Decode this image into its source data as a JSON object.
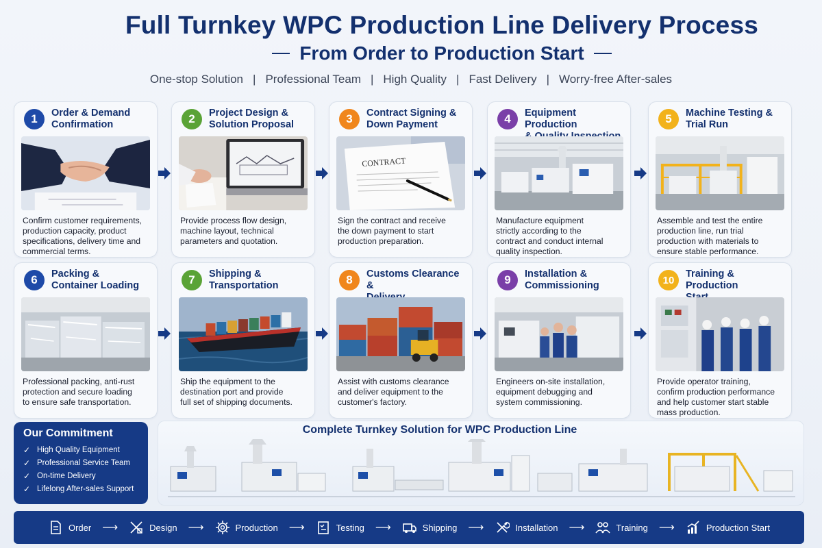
{
  "header": {
    "title": "Full Turnkey WPC Production Line Delivery Process",
    "subtitle": "From Order to Production Start",
    "tagline": [
      "One-stop Solution",
      "Professional Team",
      "High Quality",
      "Fast Delivery",
      "Worry-free After-sales"
    ]
  },
  "colors": {
    "navy": "#13306e",
    "blue_step": "#1e4aa8",
    "green_step": "#5aa336",
    "orange_step": "#f0861c",
    "purple_step": "#7a3fa8",
    "yellow_step": "#f2b21b"
  },
  "steps": [
    {
      "num": "1",
      "title_1": "Order & Demand",
      "title_2": "Confirmation",
      "desc_1": "Confirm customer requirements,",
      "desc_2": "production capacity, product",
      "desc_3": "specifications, delivery time and",
      "desc_4": "commercial terms.",
      "icon": "handshake-photo"
    },
    {
      "num": "2",
      "title_1": "Project Design &",
      "title_2": "Solution Proposal",
      "desc_1": "Provide process flow design,",
      "desc_2": "machine layout, technical",
      "desc_3": "parameters and quotation.",
      "desc_4": "",
      "icon": "design-laptop-photo"
    },
    {
      "num": "3",
      "title_1": "Contract Signing &",
      "title_2": "Down Payment",
      "desc_1": "Sign the contract and receive",
      "desc_2": "the down payment to start",
      "desc_3": "production preparation.",
      "desc_4": "",
      "icon": "contract-photo",
      "photo_text": "CONTRACT"
    },
    {
      "num": "4",
      "title_1": "Equipment Production",
      "title_2": "& Quality Inspection",
      "desc_1": "Manufacture equipment",
      "desc_2": "strictly according to the",
      "desc_3": "contract and conduct internal",
      "desc_4": "quality inspection.",
      "icon": "factory-photo"
    },
    {
      "num": "5",
      "title_1": "Machine Testing &",
      "title_2": "Trial Run",
      "desc_1": "Assemble and test the entire",
      "desc_2": "production line, run trial",
      "desc_3": "production with materials to",
      "desc_4": "ensure stable performance.",
      "icon": "testing-photo"
    },
    {
      "num": "6",
      "title_1": "Packing &",
      "title_2": "Container Loading",
      "desc_1": "Professional packing, anti-rust",
      "desc_2": "protection and secure loading",
      "desc_3": "to ensure safe transportation.",
      "desc_4": "",
      "icon": "packing-photo"
    },
    {
      "num": "7",
      "title_1": "Shipping &",
      "title_2": "Transportation",
      "desc_1": "Ship the equipment to the",
      "desc_2": "destination port and provide",
      "desc_3": "full set of shipping documents.",
      "desc_4": "",
      "icon": "ship-photo"
    },
    {
      "num": "8",
      "title_1": "Customs Clearance &",
      "title_2": "Delivery",
      "desc_1": "Assist with customs clearance",
      "desc_2": "and deliver equipment to the",
      "desc_3": "customer's factory.",
      "desc_4": "",
      "icon": "containers-photo"
    },
    {
      "num": "9",
      "title_1": "Installation &",
      "title_2": "Commissioning",
      "desc_1": "Engineers on-site installation,",
      "desc_2": "equipment debugging and",
      "desc_3": "system commissioning.",
      "desc_4": "",
      "icon": "installation-photo"
    },
    {
      "num": "10",
      "title_1": "Training & Production",
      "title_2": "Start",
      "desc_1": "Provide operator training,",
      "desc_2": "confirm production performance",
      "desc_3": "and help customer start stable",
      "desc_4": "mass production.",
      "icon": "training-photo"
    }
  ],
  "commitment": {
    "title": "Our Commitment",
    "items": [
      "High Quality Equipment",
      "Professional Service Team",
      "On-time Delivery",
      "Lifelong After-sales Support"
    ]
  },
  "turnkey": {
    "title": "Complete Turnkey Solution for WPC Production Line"
  },
  "process_bar": [
    {
      "label": "Order",
      "icon": "document-icon"
    },
    {
      "label": "Design",
      "icon": "design-tools-icon"
    },
    {
      "label": "Production",
      "icon": "gear-icon"
    },
    {
      "label": "Testing",
      "icon": "checklist-icon"
    },
    {
      "label": "Shipping",
      "icon": "truck-icon"
    },
    {
      "label": "Installation",
      "icon": "wrench-icon"
    },
    {
      "label": "Training",
      "icon": "people-icon"
    },
    {
      "label": "Production Start",
      "icon": "growth-chart-icon"
    }
  ]
}
